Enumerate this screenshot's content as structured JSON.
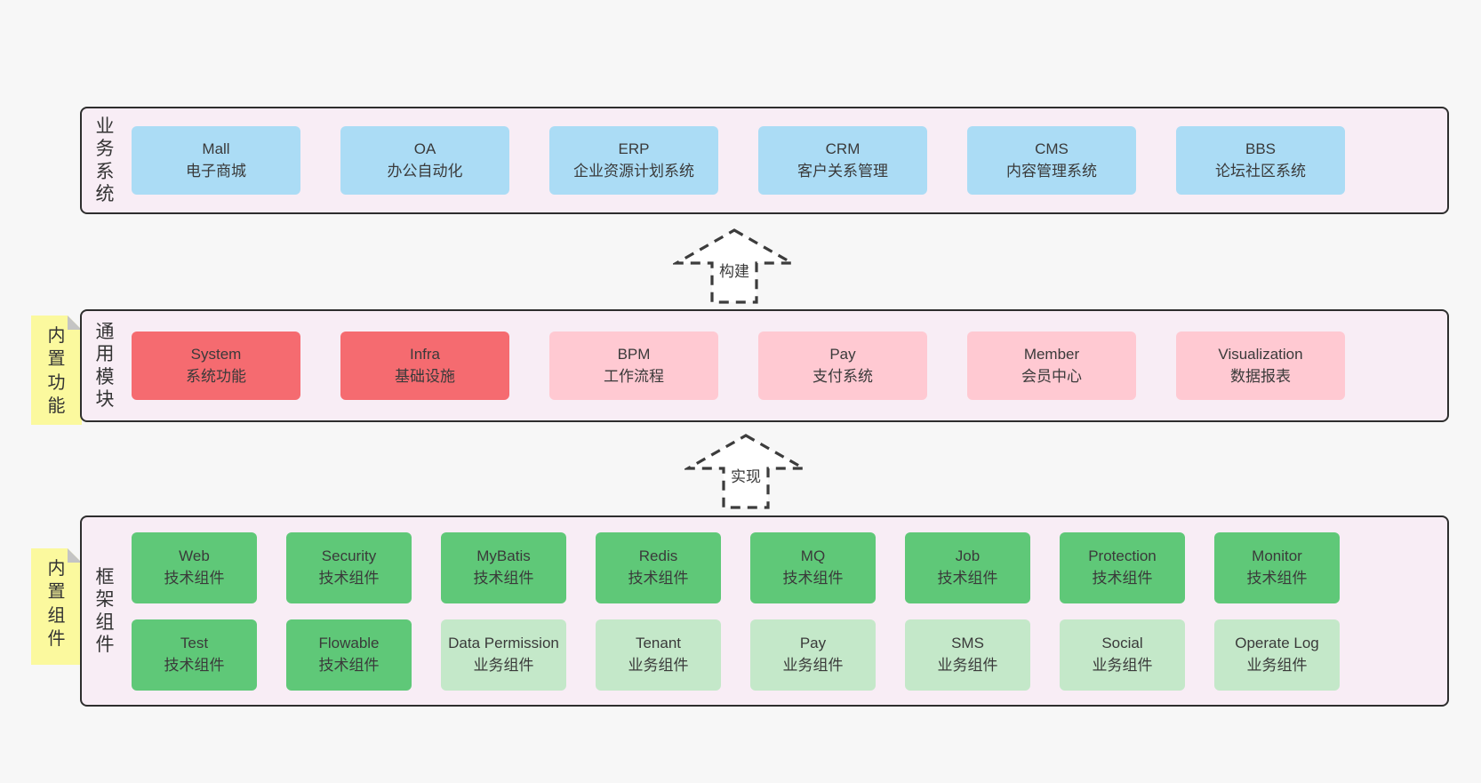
{
  "colors": {
    "page_background": "#f7f7f7",
    "panel_background": "#f8edf5",
    "panel_border": "#2e2e2e",
    "blue_box": "#abdcf5",
    "red_box": "#f56b70",
    "pink_box": "#ffc9d2",
    "green_dark_box": "#5fc878",
    "green_light_box": "#c4e8c9",
    "sticky_note": "#fbf99e",
    "sticky_fold": "#c4c4c4",
    "text": "#3a3a3a"
  },
  "arrows": {
    "build": {
      "label": "构建"
    },
    "implement": {
      "label": "实现"
    }
  },
  "panels": {
    "business": {
      "label": "业务系统",
      "items": [
        {
          "title": "Mall",
          "subtitle": "电子商城"
        },
        {
          "title": "OA",
          "subtitle": "办公自动化"
        },
        {
          "title": "ERP",
          "subtitle": "企业资源计划系统"
        },
        {
          "title": "CRM",
          "subtitle": "客户关系管理"
        },
        {
          "title": "CMS",
          "subtitle": "内容管理系统"
        },
        {
          "title": "BBS",
          "subtitle": "论坛社区系统"
        }
      ]
    },
    "modules": {
      "label": "通用模块",
      "sticky": "内置功能",
      "items": [
        {
          "title": "System",
          "subtitle": "系统功能",
          "variant": "red"
        },
        {
          "title": "Infra",
          "subtitle": "基础设施",
          "variant": "red"
        },
        {
          "title": "BPM",
          "subtitle": "工作流程",
          "variant": "pink"
        },
        {
          "title": "Pay",
          "subtitle": "支付系统",
          "variant": "pink"
        },
        {
          "title": "Member",
          "subtitle": "会员中心",
          "variant": "pink"
        },
        {
          "title": "Visualization",
          "subtitle": "数据报表",
          "variant": "pink"
        }
      ]
    },
    "framework": {
      "label": "框架组件",
      "sticky": "内置组件",
      "row1": [
        {
          "title": "Web",
          "subtitle": "技术组件",
          "variant": "green-dark"
        },
        {
          "title": "Security",
          "subtitle": "技术组件",
          "variant": "green-dark"
        },
        {
          "title": "MyBatis",
          "subtitle": "技术组件",
          "variant": "green-dark"
        },
        {
          "title": "Redis",
          "subtitle": "技术组件",
          "variant": "green-dark"
        },
        {
          "title": "MQ",
          "subtitle": "技术组件",
          "variant": "green-dark"
        },
        {
          "title": "Job",
          "subtitle": "技术组件",
          "variant": "green-dark"
        },
        {
          "title": "Protection",
          "subtitle": "技术组件",
          "variant": "green-dark"
        },
        {
          "title": "Monitor",
          "subtitle": "技术组件",
          "variant": "green-dark"
        }
      ],
      "row2": [
        {
          "title": "Test",
          "subtitle": "技术组件",
          "variant": "green-dark"
        },
        {
          "title": "Flowable",
          "subtitle": "技术组件",
          "variant": "green-dark"
        },
        {
          "title": "Data Permission",
          "subtitle": "业务组件",
          "variant": "green-light"
        },
        {
          "title": "Tenant",
          "subtitle": "业务组件",
          "variant": "green-light"
        },
        {
          "title": "Pay",
          "subtitle": "业务组件",
          "variant": "green-light"
        },
        {
          "title": "SMS",
          "subtitle": "业务组件",
          "variant": "green-light"
        },
        {
          "title": "Social",
          "subtitle": "业务组件",
          "variant": "green-light"
        },
        {
          "title": "Operate Log",
          "subtitle": "业务组件",
          "variant": "green-light"
        }
      ]
    }
  }
}
